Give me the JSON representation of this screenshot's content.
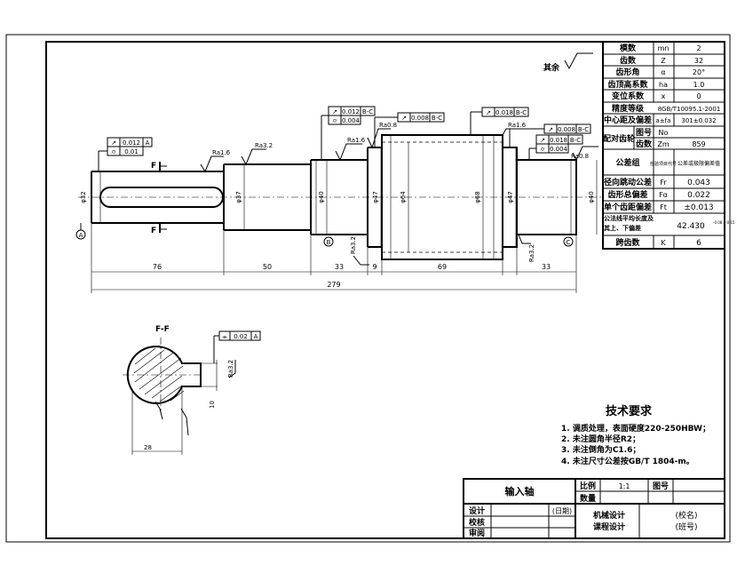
{
  "spec_table": {
    "rows": [
      {
        "name": "模数",
        "sym": "mn",
        "val": "2"
      },
      {
        "name": "齿数",
        "sym": "Z",
        "val": "32"
      },
      {
        "name": "齿形角",
        "sym": "α",
        "val": "20°"
      },
      {
        "name": "齿顶高系数",
        "sym": "ha",
        "val": "1.0"
      },
      {
        "name": "变位系数",
        "sym": "x",
        "val": "0"
      },
      {
        "name": "精度等级",
        "sym": "",
        "val": "8GB/T10095.1-2001"
      },
      {
        "name": "中心距及偏差",
        "sym": "a±fa",
        "val": "301±0.032"
      }
    ],
    "mating_label": "配对齿轮",
    "mating_rows": [
      {
        "name": "图号",
        "val": "No"
      },
      {
        "name": "齿数",
        "sym": "Zm",
        "val": "859"
      }
    ],
    "tol_group_label": "公差组",
    "tol_check_label": "检验项目代号",
    "tol_value_label": "公差或极限偏差值",
    "tol_rows": [
      {
        "name": "径向跳动公差",
        "sym": "Fr",
        "val": "0.043"
      },
      {
        "name": "齿形总偏差",
        "sym": "Fα",
        "val": "0.022"
      },
      {
        "name": "单个齿距偏差",
        "sym": "Ft",
        "val": "±0.013"
      }
    ],
    "common_normal_label": "公法线平均长度及其上、下偏差",
    "common_normal_val": "42.430",
    "common_normal_dev": "-0.08 / -0.15",
    "span_teeth_label": "跨齿数",
    "span_teeth_sym": "K",
    "span_teeth_val": "6"
  },
  "dims": {
    "d76": "76",
    "d50": "50",
    "d33a": "33",
    "d9": "9",
    "d69": "69",
    "d33b": "33",
    "total": "279",
    "dia32": "φ32",
    "dia37a": "φ37",
    "dia40a": "φ40",
    "dia47a": "φ47",
    "dia64": "φ64",
    "dia68": "φ68",
    "dia47b": "φ47",
    "dia40b": "φ40"
  },
  "tolerances": {
    "t1": "0.012",
    "t1_ref": "A",
    "t2": "0.01",
    "t3": "0.012",
    "t3_ref": "B-C",
    "t4": "0.004",
    "t5": "0.008",
    "t5_ref": "B-C",
    "t6": "0.018",
    "t6_ref": "B-C",
    "t7": "0.008",
    "t7_ref": "B-C",
    "t8": "0.018",
    "t8_ref": "B-C",
    "t9": "0.004",
    "t10": "0.02",
    "t10_ref": "A"
  },
  "roughness": {
    "r1": "Ra1.6",
    "r2": "Ra3.2",
    "r3": "Ra1.6",
    "r4": "Ra0.8",
    "r5": "Ra3.2",
    "r6": "Ra1.6",
    "r7": "Ra0.8",
    "r8": "Ra3.2",
    "r9": "Ra3.2",
    "rest": "其余"
  },
  "datums": {
    "a": "A",
    "b": "B",
    "c": "C"
  },
  "section": {
    "label_f": "F",
    "title": "F-F",
    "dim_28": "28",
    "dim_10": "10"
  },
  "tech": {
    "title": "技术要求",
    "items": [
      "1. 调质处理，表面硬度220-250HBW；",
      "2. 未注圆角半径R2；",
      "3. 未注倒角为C1.6；",
      "4. 未注尺寸公差按GB/T 1804-m。"
    ]
  },
  "title_block": {
    "part_name": "输入轴",
    "scale_label": "比例",
    "scale_val": "1:1",
    "qty_label": "数量",
    "drawing_no_label": "图号",
    "design_label": "设计",
    "date_label": "(日期)",
    "check_label": "校核",
    "review_label": "审阅",
    "course1": "机械设计",
    "course2": "课程设计",
    "school": "(校名)",
    "class": "(班号)"
  }
}
